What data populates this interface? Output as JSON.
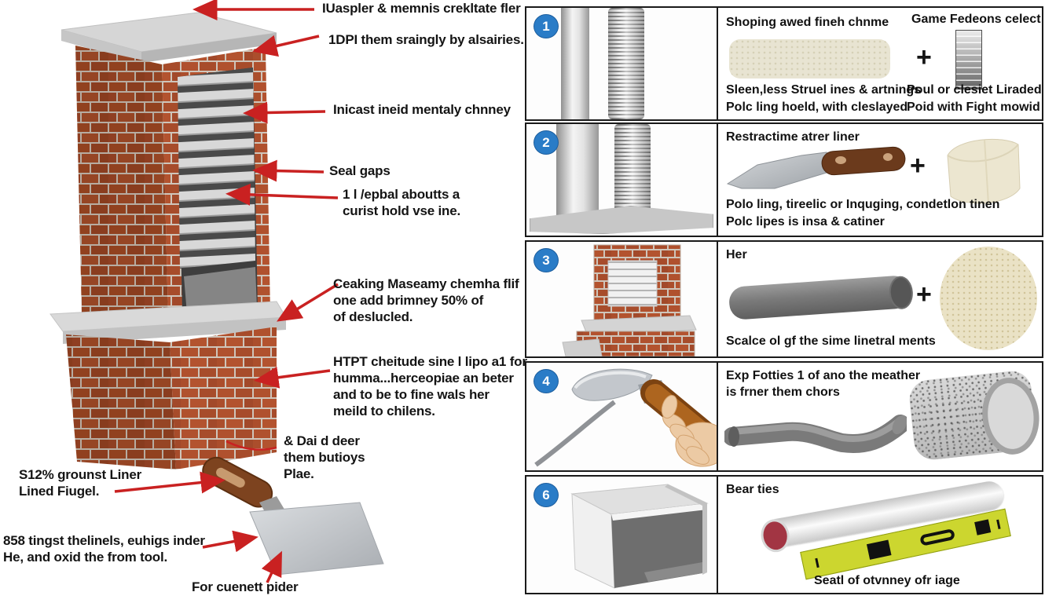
{
  "colors": {
    "accent_red": "#c92121",
    "step_badge_blue": "#2a7cc7",
    "brick": "#b0512e",
    "beige_swatch": "#e8e4d2",
    "cream": "#ece6d0",
    "level_yellow": "#ccd62f"
  },
  "left": {
    "callouts": [
      {
        "lines": [
          "IUaspler & memnis crekltate fler"
        ]
      },
      {
        "lines": [
          "1DPI them sraingly by alsairies."
        ]
      },
      {
        "lines": [
          "Inicast ineid mentaly chnney"
        ]
      },
      {
        "lines": [
          "Seal gaps"
        ]
      },
      {
        "lines": [
          "1 l /epbal aboutts a",
          "curist hold vse ine."
        ]
      },
      {
        "lines": [
          "Ceaking Maseamy chemha flif",
          "one add brimney 50% of",
          "of deslucled."
        ]
      },
      {
        "lines": [
          "HTPT cheitude sine l lipo a1 for",
          "humma...herceopiae an beter",
          "and to be to fine wals her",
          "meild to chilens."
        ]
      },
      {
        "lines": [
          "& Dai d deer",
          "them butioys",
          "Plae."
        ]
      },
      {
        "lines": [
          "S12% grounst Liner",
          "Lined Fiugel."
        ]
      },
      {
        "lines": [
          "858 tingst thelinels, euhigs inder",
          "He, and oxid the from tool."
        ]
      },
      {
        "lines": [
          "For cuenett pider"
        ]
      }
    ]
  },
  "steps": [
    {
      "num": "1",
      "heading": "Shoping awed fineh chnme",
      "cap1": "Sleen,less Struel ines & artnings",
      "cap2": "Polc ling hoeld, with cleslayed",
      "plus": "+",
      "col2_heading": "Game Fedeons celect",
      "col2_cap1": "Poul or clesiet Liraded",
      "col2_cap2": "Poid with Fight mowid"
    },
    {
      "num": "2",
      "heading": "Restractime atrer liner",
      "plus": "+",
      "cap1": "Polo ling, tireelic or Inquging, condetlon tinen",
      "cap2": "Polc lipes is insa & catiner"
    },
    {
      "num": "3",
      "heading": "Her",
      "plus": "+",
      "cap1": "Scalce ol gf the sime linetral ments"
    },
    {
      "num": "4",
      "heading": "Exp Fotties 1 of ano the meather",
      "heading2": "is frner them chors"
    },
    {
      "num": "6",
      "heading": "Bear ties",
      "cap1": "Seatl of otvnney ofr iage"
    }
  ]
}
